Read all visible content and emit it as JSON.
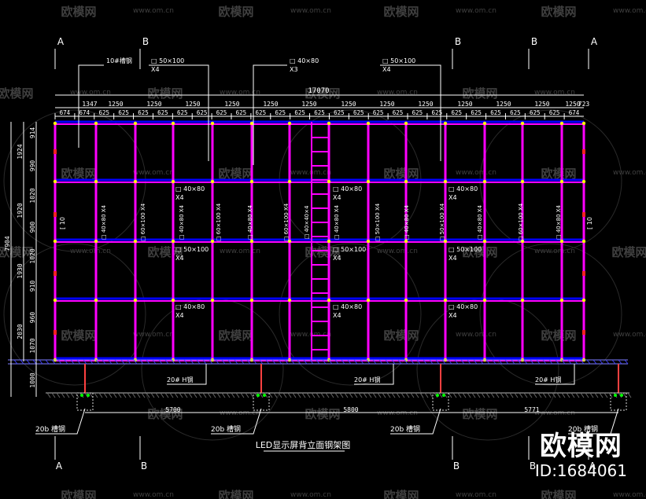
{
  "drawing": {
    "title": "LED显示屏背立面钢架图",
    "overall_width": "17070",
    "overall_height": "7904",
    "grid_top": [
      "A",
      "B",
      "B",
      "B",
      "A"
    ],
    "grid_bottom": [
      "A",
      "B",
      "B",
      "B",
      "A"
    ],
    "top_dims": [
      "1347",
      "1250",
      "1250",
      "1250",
      "1250",
      "1250",
      "1250",
      "1250",
      "1250",
      "1250",
      "1250",
      "1250",
      "1250",
      "1250",
      "723"
    ],
    "sub_dims": [
      "674",
      "674",
      "625",
      "625",
      "625",
      "625",
      "625",
      "625",
      "625",
      "625",
      "625",
      "625",
      "625",
      "625",
      "625",
      "625",
      "625",
      "625",
      "625",
      "625",
      "625",
      "625",
      "625",
      "625",
      "625",
      "625",
      "674"
    ],
    "left_dims_inner": [
      "914",
      "990",
      "1020",
      "900",
      "1020",
      "910",
      "960",
      "1070",
      "1000"
    ],
    "left_dims_outer": [
      "1924",
      "1920",
      "1930",
      "2030"
    ],
    "callouts_top": [
      {
        "text": "10#槽钢"
      },
      {
        "text": "□ 50×100",
        "sub": "X4"
      },
      {
        "text": "□ 40×80",
        "sub": "X3"
      },
      {
        "text": "□ 50×100",
        "sub": "X4"
      }
    ],
    "inner_labels": [
      {
        "text": "□ 40×80",
        "sub": "X4"
      },
      {
        "text": "□ 40×80",
        "sub": "X4"
      },
      {
        "text": "□ 40×80",
        "sub": "X4"
      },
      {
        "text": "□ 50×100",
        "sub": "X4"
      },
      {
        "text": "□ 50×100",
        "sub": "X4"
      },
      {
        "text": "□ 50×100",
        "sub": "X4"
      },
      {
        "text": "□ 40×80",
        "sub": "X4"
      },
      {
        "text": "□ 40×80",
        "sub": "X4"
      },
      {
        "text": "□ 40×80",
        "sub": "X4"
      }
    ],
    "vertical_labels": [
      "□ 40×80 X4",
      "□ 60×100 X4",
      "□ 40×80 X4",
      "□ 60×100 X4",
      "□ 40×80 X4",
      "□ 60×100 X4",
      "□ 40×40×4",
      "□ 40×80 X4",
      "□ 50×100 X4",
      "□ 40×80 X4",
      "□ 50×100 X4",
      "□ 40×80 X4",
      "□ 60×100 X4",
      "□ 40×80 X4"
    ],
    "side_labels": [
      "[ 10",
      "[ 10"
    ],
    "beam_labels": [
      "20# H钢",
      "20# H钢",
      "20# H钢"
    ],
    "span_dims": [
      "5700",
      "5800",
      "5771"
    ],
    "channel_labels": [
      "20b 槽钢",
      "20b 槽钢",
      "20b 槽钢",
      "20b 槽钢"
    ]
  },
  "watermark": {
    "text": "欧模网",
    "url": "www.om.cn"
  },
  "brand": {
    "name": "欧模网",
    "id": "ID:1684061"
  },
  "colors": {
    "frame": "#ff00ff",
    "beam": "#0000ff",
    "dim": "#ffffff",
    "node": "#ffff00",
    "ground": "#00ff00"
  }
}
